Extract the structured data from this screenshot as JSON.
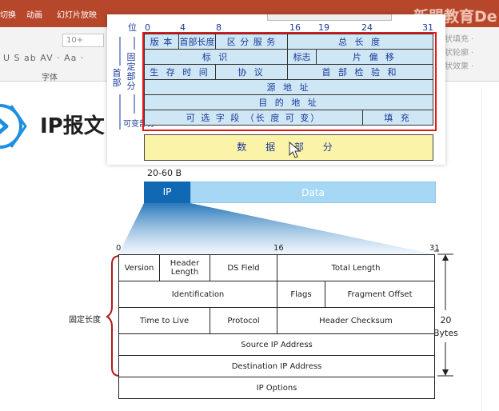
{
  "ribbon": {
    "tabs": [
      "切换",
      "动画",
      "幻灯片放映"
    ],
    "brand": "新盟教育De",
    "font_size_value": "10+",
    "format_row": "U S ab AV · Aa ·",
    "group_label": "字体",
    "right_items": [
      "状填充 ·",
      "状轮廓 ·",
      "状效果 ·"
    ]
  },
  "slide": {
    "title": "IP报文"
  },
  "cn_diagram": {
    "bit_positions": [
      "0",
      "4",
      "8",
      "16",
      "19",
      "24",
      "31"
    ],
    "wei_label": "位",
    "side_header": "首部",
    "side_fixed": "固定部分",
    "side_variable": "可变部分",
    "rows": [
      [
        "版 本",
        "首部长度",
        "区 分 服 务",
        "总 长 度"
      ],
      [
        "标 识",
        "标志",
        "片 偏 移"
      ],
      [
        "生 存 时 间",
        "协 议",
        "首 部 检 验 和"
      ],
      [
        "源 地 址"
      ],
      [
        "目 的 地 址"
      ],
      [
        "可 选 字 段 （长 度 可 变）",
        "填 充"
      ]
    ],
    "data_part": "数 据 部 分"
  },
  "packet_bar": {
    "size_label": "20-60 B",
    "ip_label": "IP",
    "data_label": "Data"
  },
  "header_table": {
    "bit_positions": [
      "0",
      "16",
      "31"
    ],
    "rows": [
      [
        "Version",
        "Header Length",
        "DS Field",
        "Total Length"
      ],
      [
        "Identification",
        "Flags",
        "Fragment Offset"
      ],
      [
        "Time to Live",
        "Protocol",
        "Header Checksum"
      ],
      [
        "Source IP Address"
      ],
      [
        "Destination IP Address"
      ],
      [
        "IP  Options"
      ]
    ],
    "fixed_label": "固定长度",
    "bytes_number": "20",
    "bytes_unit": "Bytes"
  },
  "colors": {
    "ribbon": "#b7472a",
    "ip_block": "#1269b3",
    "data_block": "#a6d8f6",
    "cn_cell": "#cfe6f4",
    "cn_data": "#fbf3a8",
    "highlight": "#e01818",
    "bracket": "#b01c1c"
  },
  "icons": [
    "chevron-right-icon",
    "mouse-cursor-icon",
    "bracket-icon"
  ]
}
